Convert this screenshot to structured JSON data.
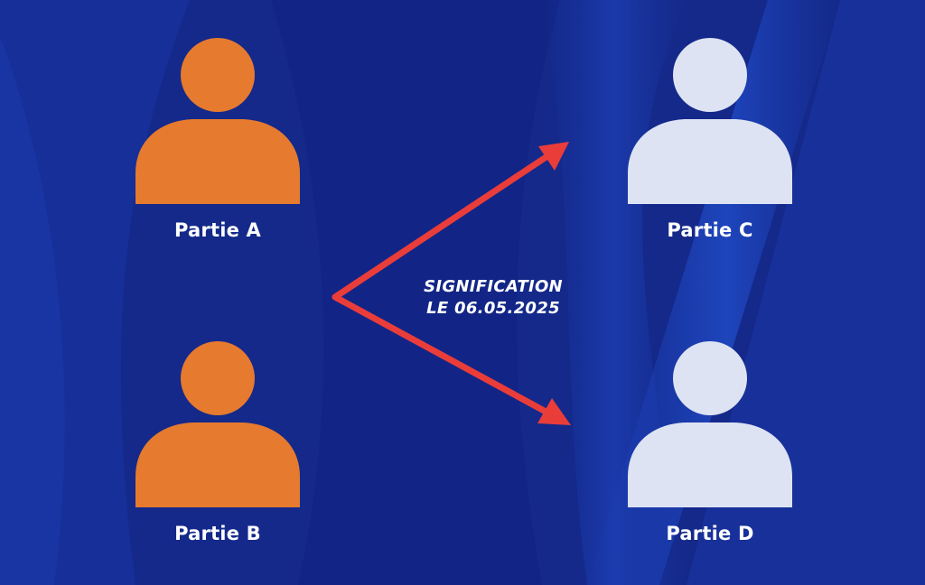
{
  "colors": {
    "background": "#14298a",
    "party_sender": "#e67a2e",
    "party_recipient": "#dde3f2",
    "arrow": "#ea3d3a",
    "text": "#ffffff"
  },
  "parties": [
    {
      "id": "a",
      "label": "Partie A",
      "role": "sender",
      "icon": "person-icon"
    },
    {
      "id": "b",
      "label": "Partie B",
      "role": "sender",
      "icon": "person-icon"
    },
    {
      "id": "c",
      "label": "Partie C",
      "role": "recipient",
      "icon": "person-icon"
    },
    {
      "id": "d",
      "label": "Partie D",
      "role": "recipient",
      "icon": "person-icon"
    }
  ],
  "signification": {
    "line1": "SIGNIFICATION",
    "line2": "LE 06.05.2025"
  }
}
